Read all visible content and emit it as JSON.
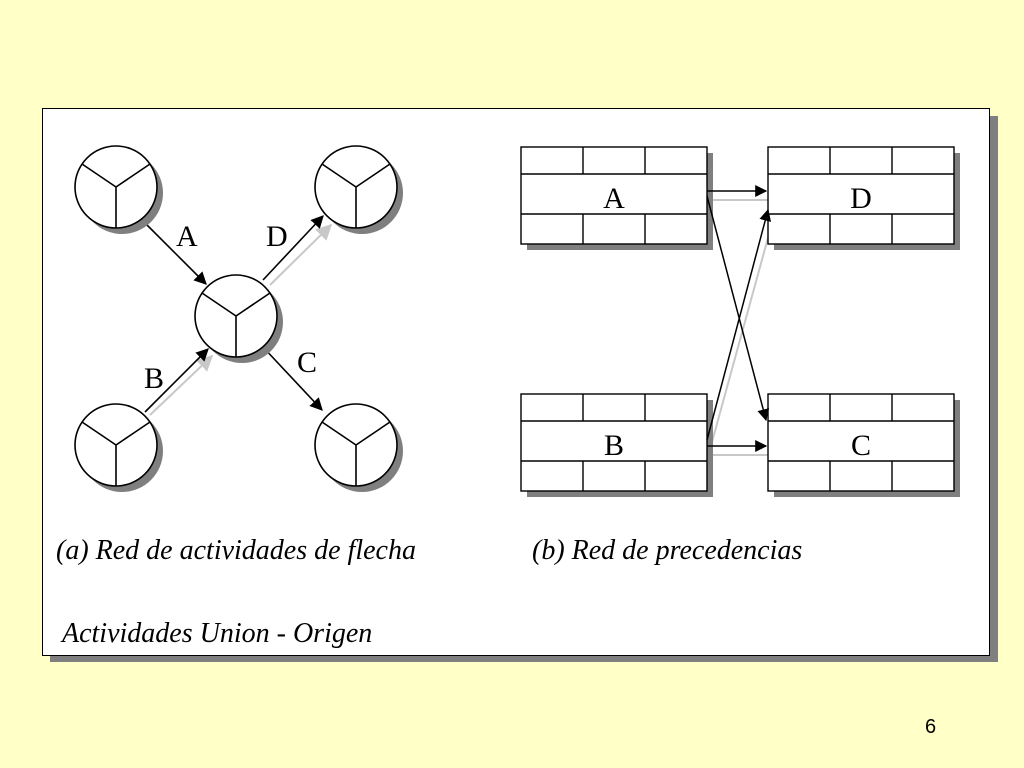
{
  "arrow_network": {
    "labels": {
      "a": "A",
      "d": "D",
      "b": "B",
      "c": "C"
    }
  },
  "precedence_network": {
    "boxes": {
      "a": "A",
      "d": "D",
      "b": "B",
      "c": "C"
    }
  },
  "captions": {
    "arrow": "(a) Red de actividades de flecha",
    "precedence": "(b) Red de precedencias",
    "footer": "Actividades Union - Origen"
  },
  "page_number": "6",
  "colors": {
    "background": "#ffffc8",
    "panel": "#ffffff",
    "shadow": "#7f7f7f"
  }
}
